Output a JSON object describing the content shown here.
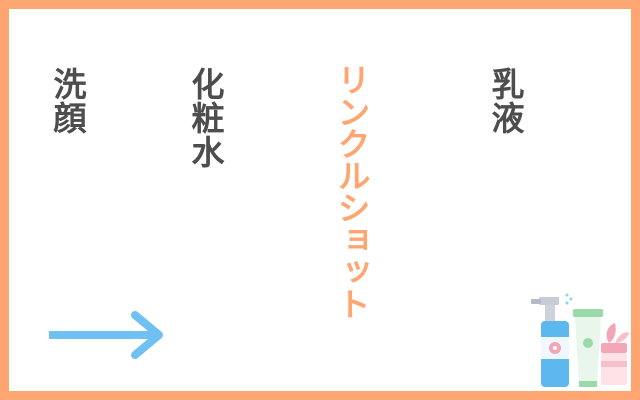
{
  "steps": [
    {
      "label": "洗顔"
    },
    {
      "label": "化粧水"
    },
    {
      "label": "リンクルショット"
    },
    {
      "label": "乳液"
    }
  ],
  "colors": {
    "frame": "#ffa572",
    "highlight": "#ffa572",
    "text": "#4d4d4d",
    "arrow": "#6ec1f2"
  },
  "icons": [
    "right-arrow-icon",
    "skincare-bottles-illustration"
  ]
}
